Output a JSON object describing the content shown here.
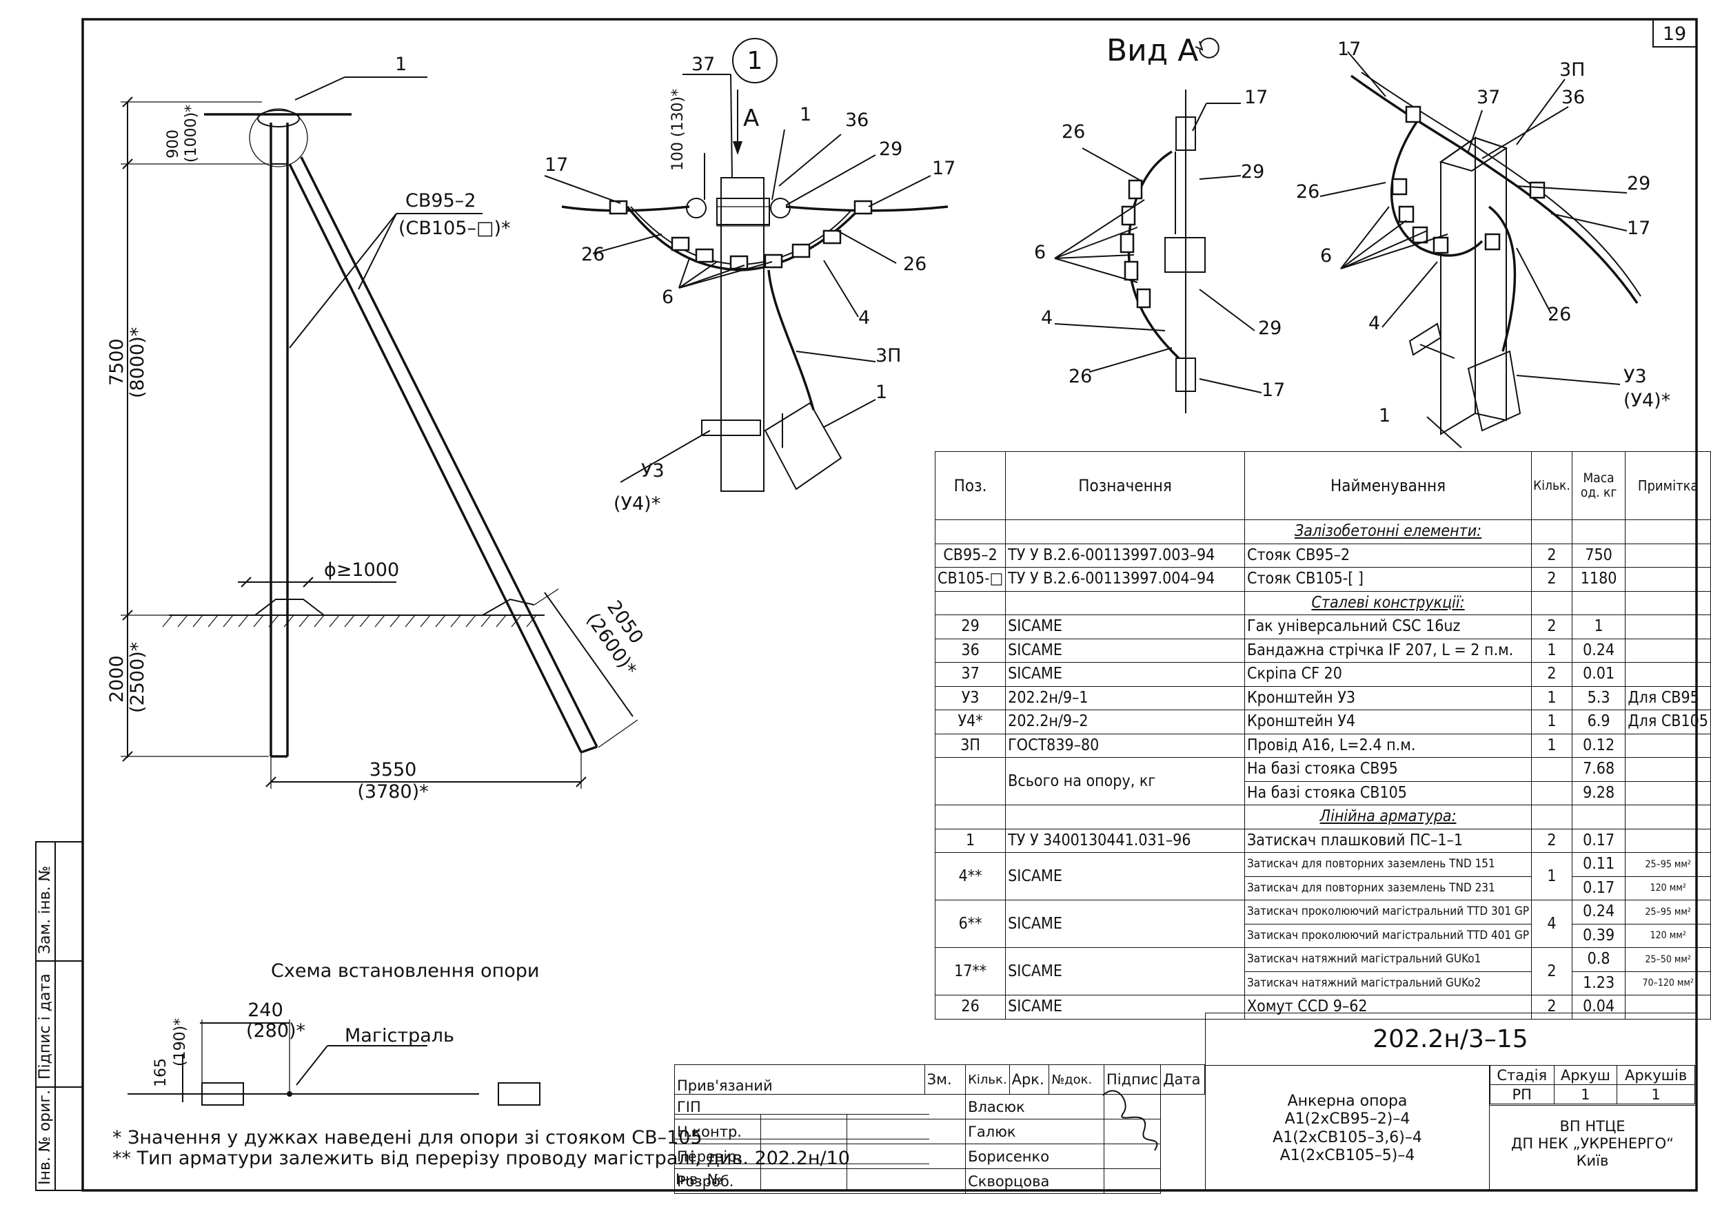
{
  "sheet_number": "19",
  "view_a_title": "Вид А",
  "callouts": {
    "c1": "1",
    "c37": "37",
    "cA": "А",
    "c100": "100 (130)*",
    "c17a": "17",
    "c17b": "17",
    "c36": "36",
    "c29": "29",
    "c26a": "26",
    "c26b": "26",
    "c6": "6",
    "c4": "4",
    "c3p": "3П",
    "c1b": "1",
    "cU3": "У3",
    "cU4": "(У4)*"
  },
  "pole_dims": {
    "d900": "900",
    "d1000": "(1000)*",
    "d7500": "7500",
    "d8000": "(8000)*",
    "d2000": "2000",
    "d2500": "(2500)*",
    "d3550": "3550",
    "d3780": "(3780)*",
    "d2050": "2050",
    "d2600": "(2600)*",
    "phi": "ϕ≥1000",
    "sv95": "СВ95–2",
    "sv105": "(СВ105–□)*",
    "n1": "1"
  },
  "view_a": {
    "c17a": "17",
    "c26a": "26",
    "c29a": "29",
    "c6": "6",
    "c4": "4",
    "c26b": "26",
    "c29b": "29",
    "c17b": "17"
  },
  "iso": {
    "c17": "17",
    "c3p": "3П",
    "c37": "37",
    "c36": "36",
    "c26": "26",
    "c29": "29",
    "c17b": "17",
    "c6": "6",
    "c4": "4",
    "c26b": "26",
    "c1": "1",
    "cU3": "У3",
    "cU4": "(У4)*"
  },
  "scheme": {
    "title": "Схема встановлення опори",
    "d240": "240",
    "d280": "(280)*",
    "mag": "Магістраль",
    "d165": "165",
    "d190": "(190)*"
  },
  "notes": [
    "* Значення у дужках наведені для опори зі стояком СВ–105",
    "** Тип арматури залежить від перерізу проводу магістралі, див. 202.2н/10"
  ],
  "spec_table": {
    "headers": [
      "Поз.",
      "Позначення",
      "Найменування",
      "Кільк.",
      "Маса од. кг",
      "Примітка"
    ],
    "sections": {
      "s1": "Залізобетонні елементи:",
      "s2": "Сталеві конструкції:",
      "s3": "Лінійна арматура:"
    },
    "rows1": [
      [
        "СВ95–2",
        "ТУ У В.2.6-00113997.003–94",
        "Стояк СВ95–2",
        "2",
        "750",
        ""
      ],
      [
        "СВ105-□",
        "ТУ У В.2.6-00113997.004–94",
        "Стояк СВ105-[   ]",
        "2",
        "1180",
        ""
      ]
    ],
    "rows2": [
      [
        "29",
        "SICAME",
        "Гак універсальний CSC 16uz",
        "2",
        "1",
        ""
      ],
      [
        "36",
        "SICAME",
        "Бандажна стрічка IF 207, L = 2 п.м.",
        "1",
        "0.24",
        ""
      ],
      [
        "37",
        "SICAME",
        "Скріпа CF 20",
        "2",
        "0.01",
        ""
      ],
      [
        "У3",
        "202.2н/9–1",
        "Кронштейн У3",
        "1",
        "5.3",
        "Для СВ95"
      ],
      [
        "У4*",
        "202.2н/9–2",
        "Кронштейн У4",
        "1",
        "6.9",
        "Для СВ105"
      ],
      [
        "3П",
        "ГОСТ839–80",
        "Провід А16, L=2.4 п.м.",
        "1",
        "0.12",
        ""
      ]
    ],
    "total_label": "Всього на опору, кг",
    "total_rows": [
      [
        "На базі стояка СВ95",
        "7.68"
      ],
      [
        "На базі стояка СВ105",
        "9.28"
      ]
    ],
    "r_1": [
      "1",
      "ТУ У 3400130441.031–96",
      "Затискач плашковий ПС–1–1",
      "2",
      "0.17",
      ""
    ],
    "r_4": {
      "pos": "4**",
      "des": "SICAME",
      "qty": "1",
      "a": [
        "Затискач для повторних заземлень TND 151",
        "0.11",
        "25–95 мм²"
      ],
      "b": [
        "Затискач для повторних заземлень TND 231",
        "0.17",
        "120 мм²"
      ]
    },
    "r_6": {
      "pos": "6**",
      "des": "SICAME",
      "qty": "4",
      "a": [
        "Затискач проколюючий магістральний TTD 301 GP",
        "0.24",
        "25–95 мм²"
      ],
      "b": [
        "Затискач проколюючий магістральний TTD 401 GP",
        "0.39",
        "120 мм²"
      ]
    },
    "r_17": {
      "pos": "17**",
      "des": "SICAME",
      "qty": "2",
      "a": [
        "Затискач натяжний магістральний GUKo1",
        "0.8",
        "25–50 мм²"
      ],
      "b": [
        "Затискач натяжний магістральний GUKo2",
        "1.23",
        "70–120 мм²"
      ]
    },
    "r_26": [
      "26",
      "SICAME",
      "Хомут CCD 9–62",
      "2",
      "0.04",
      ""
    ]
  },
  "title_block": {
    "code": "202.2н/3–15",
    "cols": [
      "Зм.",
      "Кільк.",
      "Арк.",
      "№док.",
      "Підпис",
      "Дата"
    ],
    "roles": [
      [
        "ГІП",
        "Власюк"
      ],
      [
        "Н.контр.",
        "Галюк"
      ],
      [
        "Перевір.",
        "Борисенко"
      ],
      [
        "Розроб.",
        "Скворцова"
      ]
    ],
    "name": [
      "Анкерна опора",
      "А1(2хСВ95–2)–4",
      "А1(2хСВ105–3,6)–4",
      "А1(2хСВ105–5)–4"
    ],
    "stage_h": [
      "Стадія",
      "Аркуш",
      "Аркушів"
    ],
    "stage_v": [
      "РП",
      "1",
      "1"
    ],
    "org": [
      "ВП НТЦЕ",
      "ДП НЕК „УКРЕНЕРГО“",
      "Київ"
    ],
    "attached": "Прив'язаний",
    "inv": "Інв. №"
  },
  "side_stamps": [
    "Інв. № ориг.",
    "Підпис і дата",
    "Зам. інв. №"
  ]
}
